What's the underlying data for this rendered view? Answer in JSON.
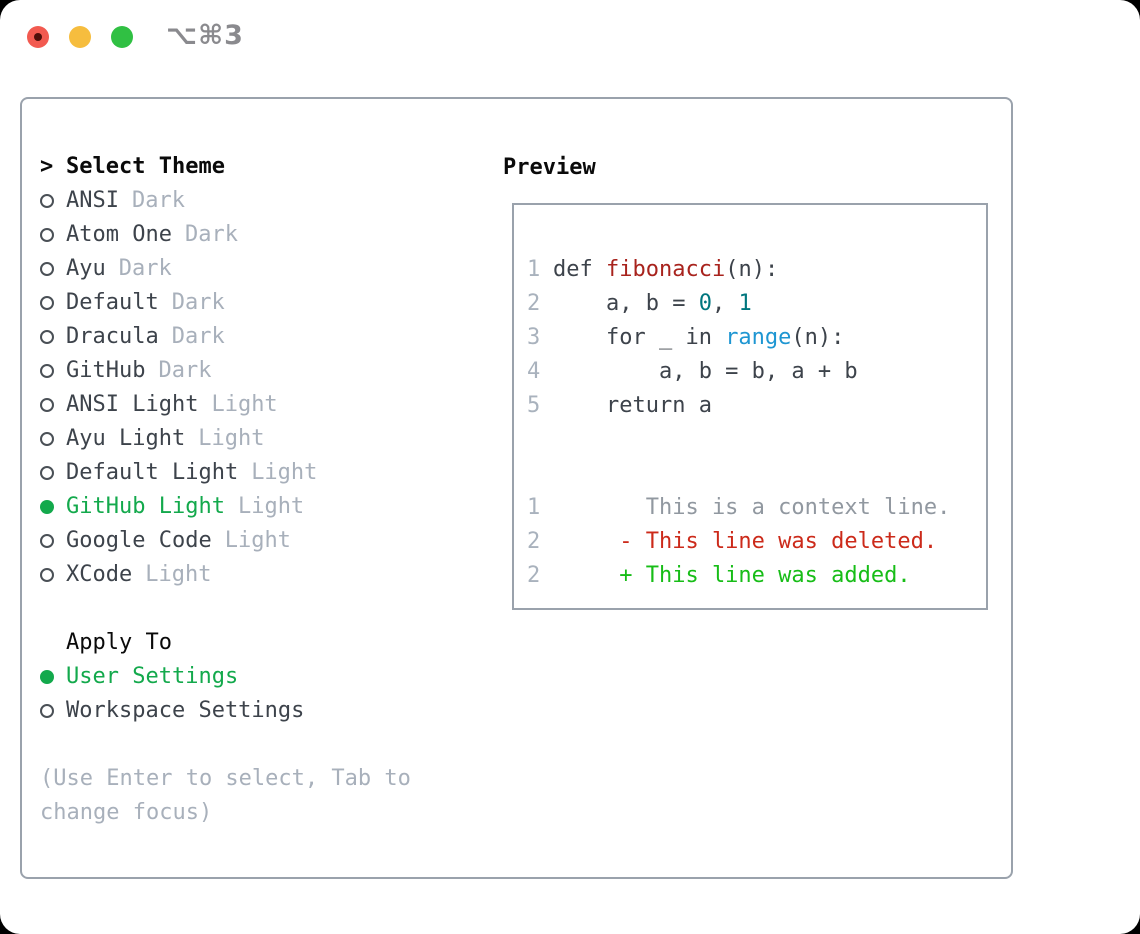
{
  "window": {
    "title": "⌥⌘3",
    "traffic_lights": {
      "close": "close-button",
      "minimize": "minimize-button",
      "zoom": "zoom-button"
    }
  },
  "colors": {
    "accent": "#13a94c",
    "diff_added": "#17bd17",
    "diff_deleted": "#cc2a1a",
    "diff_context": "#9198a0",
    "syntax_function": "#a8231d",
    "syntax_number": "#00767e",
    "syntax_builtin": "#1e96d2",
    "text": "#3d434b",
    "muted": "#a8b0bb",
    "gutter": "#a9b2bd",
    "border": "#9aa2ac"
  },
  "theme_picker": {
    "header": "Select Theme",
    "cursor": ">",
    "items": [
      {
        "name": "ANSI",
        "tag": "Dark",
        "selected": false
      },
      {
        "name": "Atom One",
        "tag": "Dark",
        "selected": false
      },
      {
        "name": "Ayu",
        "tag": "Dark",
        "selected": false
      },
      {
        "name": "Default",
        "tag": "Dark",
        "selected": false
      },
      {
        "name": "Dracula",
        "tag": "Dark",
        "selected": false
      },
      {
        "name": "GitHub",
        "tag": "Dark",
        "selected": false
      },
      {
        "name": "ANSI Light",
        "tag": "Light",
        "selected": false
      },
      {
        "name": "Ayu Light",
        "tag": "Light",
        "selected": false
      },
      {
        "name": "Default Light",
        "tag": "Light",
        "selected": false
      },
      {
        "name": "GitHub Light",
        "tag": "Light",
        "selected": true
      },
      {
        "name": "Google Code",
        "tag": "Light",
        "selected": false
      },
      {
        "name": "XCode",
        "tag": "Light",
        "selected": false
      }
    ],
    "apply_to": {
      "header": "Apply To",
      "options": [
        {
          "name": "User Settings",
          "selected": true
        },
        {
          "name": "Workspace Settings",
          "selected": false
        }
      ]
    },
    "hint_lines": [
      "(Use Enter to select, Tab to",
      "change focus)"
    ]
  },
  "preview": {
    "header": "Preview",
    "code_lines": [
      {
        "num": "1",
        "tokens": [
          {
            "t": "def ",
            "c": ""
          },
          {
            "t": "fibonacci",
            "c": "func"
          },
          {
            "t": "(n):",
            "c": ""
          }
        ]
      },
      {
        "num": "2",
        "tokens": [
          {
            "t": "    a, b = ",
            "c": ""
          },
          {
            "t": "0",
            "c": "num"
          },
          {
            "t": ", ",
            "c": ""
          },
          {
            "t": "1",
            "c": "num"
          }
        ]
      },
      {
        "num": "3",
        "tokens": [
          {
            "t": "    for _ in ",
            "c": ""
          },
          {
            "t": "range",
            "c": "builtin"
          },
          {
            "t": "(n):",
            "c": ""
          }
        ]
      },
      {
        "num": "4",
        "tokens": [
          {
            "t": "        a, b = b, a + b",
            "c": ""
          }
        ]
      },
      {
        "num": "5",
        "tokens": [
          {
            "t": "    return a",
            "c": ""
          }
        ]
      }
    ],
    "diff_lines": [
      {
        "num": "1",
        "sign": " ",
        "text": "This is a context line.",
        "kind": "context"
      },
      {
        "num": "2",
        "sign": "-",
        "text": "This line was deleted.",
        "kind": "deleted"
      },
      {
        "num": "2",
        "sign": "+",
        "text": "This line was added.",
        "kind": "added"
      }
    ]
  }
}
